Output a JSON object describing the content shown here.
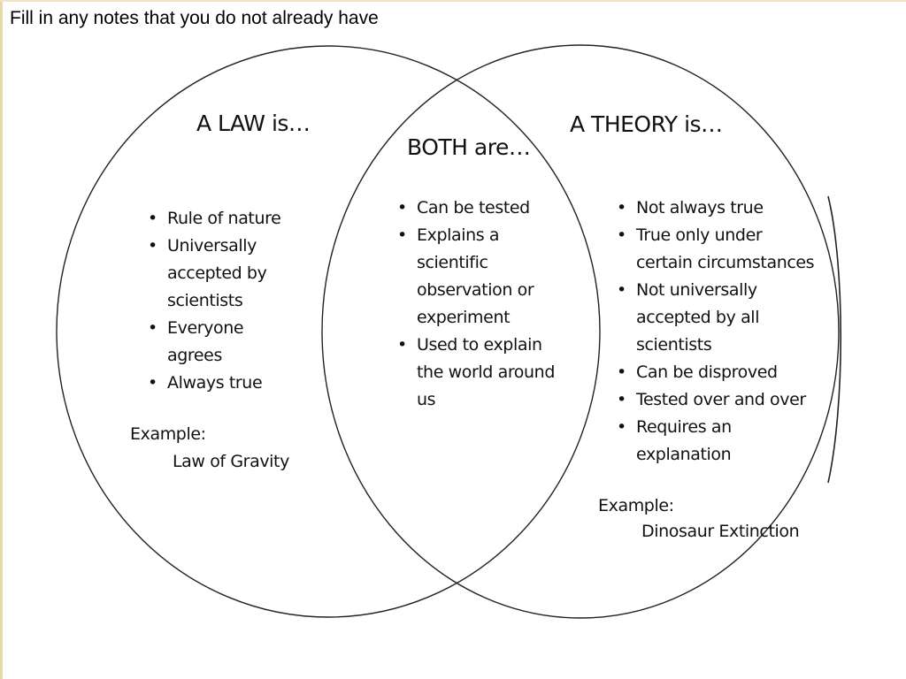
{
  "instruction": "Fill in any notes that you do not already have",
  "law": {
    "heading": "A LAW is…",
    "items": [
      "Rule of nature",
      "Universally accepted by scientists",
      "Everyone agrees",
      "Always true"
    ],
    "example_label": "Example:",
    "example_value": "Law of Gravity"
  },
  "both": {
    "heading": "BOTH are…",
    "items": [
      "Can be tested",
      "Explains a scientific observation or experiment",
      "Used to explain the world around us"
    ]
  },
  "theory": {
    "heading": "A THEORY is…",
    "items": [
      "Not always true",
      "True only under certain circumstances",
      "Not universally accepted by all scientists",
      "Can be disproved",
      "Tested over and over",
      "Requires an explanation"
    ],
    "example_label": "Example:",
    "example_value": "Dinosaur Extinction"
  },
  "colors": {
    "stroke": "#222222",
    "text": "#111111",
    "edge_accent": "#e8d9a8"
  }
}
